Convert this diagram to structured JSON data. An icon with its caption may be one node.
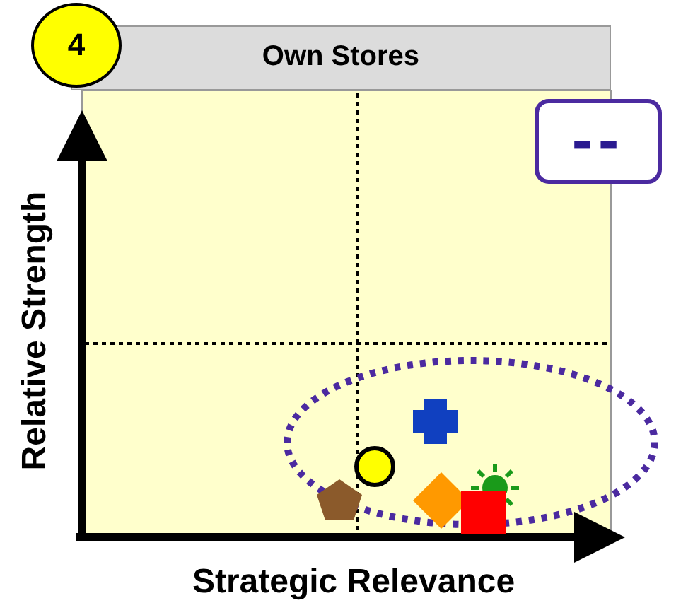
{
  "diagram": {
    "nodes": [
      {
        "text": [
          "4"
        ]
      },
      {
        "text": [
          "Own Stores"
        ]
      },
      {
        "text": [
          "--"
        ]
      }
    ],
    "labels": [
      "Relative Strength",
      "Strategic Relevance"
    ]
  }
}
